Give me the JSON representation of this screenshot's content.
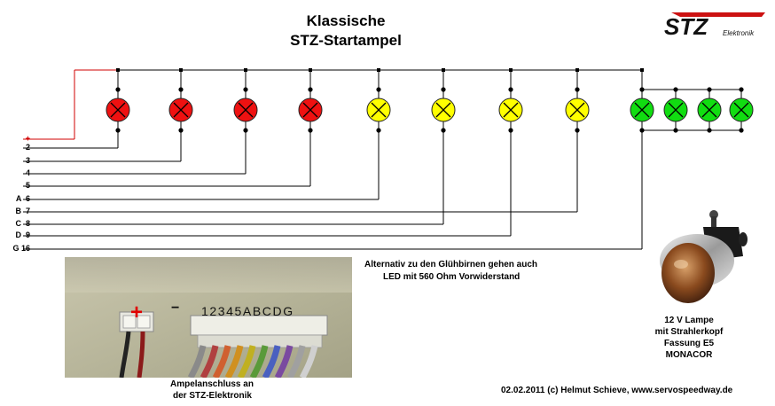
{
  "title": {
    "line1": "Klassische",
    "line2": "STZ-Startampel"
  },
  "logo": {
    "main": "STZ",
    "sub": "Elektronik"
  },
  "pins": [
    {
      "label": "+",
      "color": "#d00000"
    },
    {
      "label": "2"
    },
    {
      "label": "3"
    },
    {
      "label": "4"
    },
    {
      "label": "5"
    },
    {
      "label": "A  6"
    },
    {
      "label": "B  7"
    },
    {
      "label": "C  8"
    },
    {
      "label": "D  9"
    },
    {
      "label": "G 16"
    }
  ],
  "lamps": {
    "red": "#ee1111",
    "yellow": "#ffff00",
    "green": "#11dd11"
  },
  "note": {
    "line1": "Alternativ zu den Glühbirnen gehen auch",
    "line2": "LED mit 560 Ohm Vorwiderstand"
  },
  "connector_photo": {
    "pins_text": "12345ABCDG",
    "minus": "−",
    "plus": "+",
    "caption_line1": "Ampelanschluss an",
    "caption_line2": "der STZ-Elektronik"
  },
  "lamp_photo": {
    "caption_line1": "12 V Lampe",
    "caption_line2": "mit Strahlerkopf",
    "caption_line3": "Fassung E5",
    "caption_line4": "MONACOR"
  },
  "footer": "02.02.2011 (c) Helmut Schieve, www.servospeedway.de"
}
